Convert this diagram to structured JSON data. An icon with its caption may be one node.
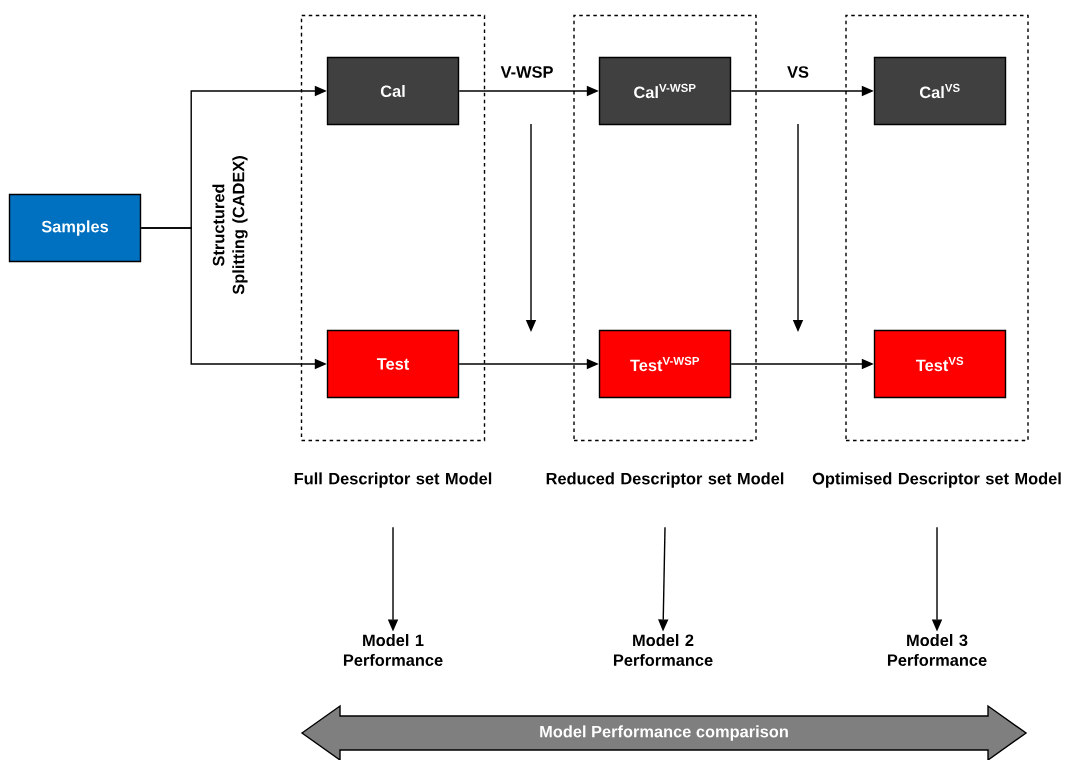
{
  "diagram": {
    "nodes": [
      {
        "text": [
          "Samples"
        ]
      },
      {
        "text": [
          "Full Descriptor set Model"
        ]
      },
      {
        "text": [
          "Cal"
        ],
        "in": 1
      },
      {
        "text": [
          "Test"
        ],
        "in": 1
      },
      {
        "text": [
          "Reduced Descriptor set Model"
        ]
      },
      {
        "text": [
          "Cal$^{V-WSP}$"
        ],
        "in": 4
      },
      {
        "text": [
          "Test$^{V-WSP}$"
        ],
        "in": 4
      },
      {
        "text": [
          "Optimised Descriptor set Model"
        ]
      },
      {
        "text": [
          "Cal$^{VS}$"
        ],
        "in": 7
      },
      {
        "text": [
          "Test$^{VS}$"
        ],
        "in": 7
      },
      {
        "text": [
          "Model 1 Performance"
        ]
      },
      {
        "text": [
          "Model 2 Performance"
        ]
      },
      {
        "text": [
          "Model 3 Performance"
        ]
      },
      {
        "text": [
          "Model Performance comparison"
        ]
      }
    ],
    "edges": [
      {
        "from": 0,
        "to": 2,
        "arrow": "to",
        "label": "Structured Splitting (CADEX)"
      },
      {
        "from": 0,
        "to": 3,
        "arrow": "to"
      },
      {
        "from": 2,
        "to": 5,
        "arrow": "to",
        "label": "V-WSP"
      },
      {
        "from": 3,
        "to": 6,
        "arrow": "to"
      },
      {
        "from": 5,
        "to": 8,
        "arrow": "to",
        "label": "VS"
      },
      {
        "from": 6,
        "to": 9,
        "arrow": "to"
      },
      {
        "from": 1,
        "to": 10,
        "arrow": "to"
      },
      {
        "from": 4,
        "to": 11,
        "arrow": "to"
      },
      {
        "from": 7,
        "to": 12,
        "arrow": "to"
      }
    ]
  }
}
